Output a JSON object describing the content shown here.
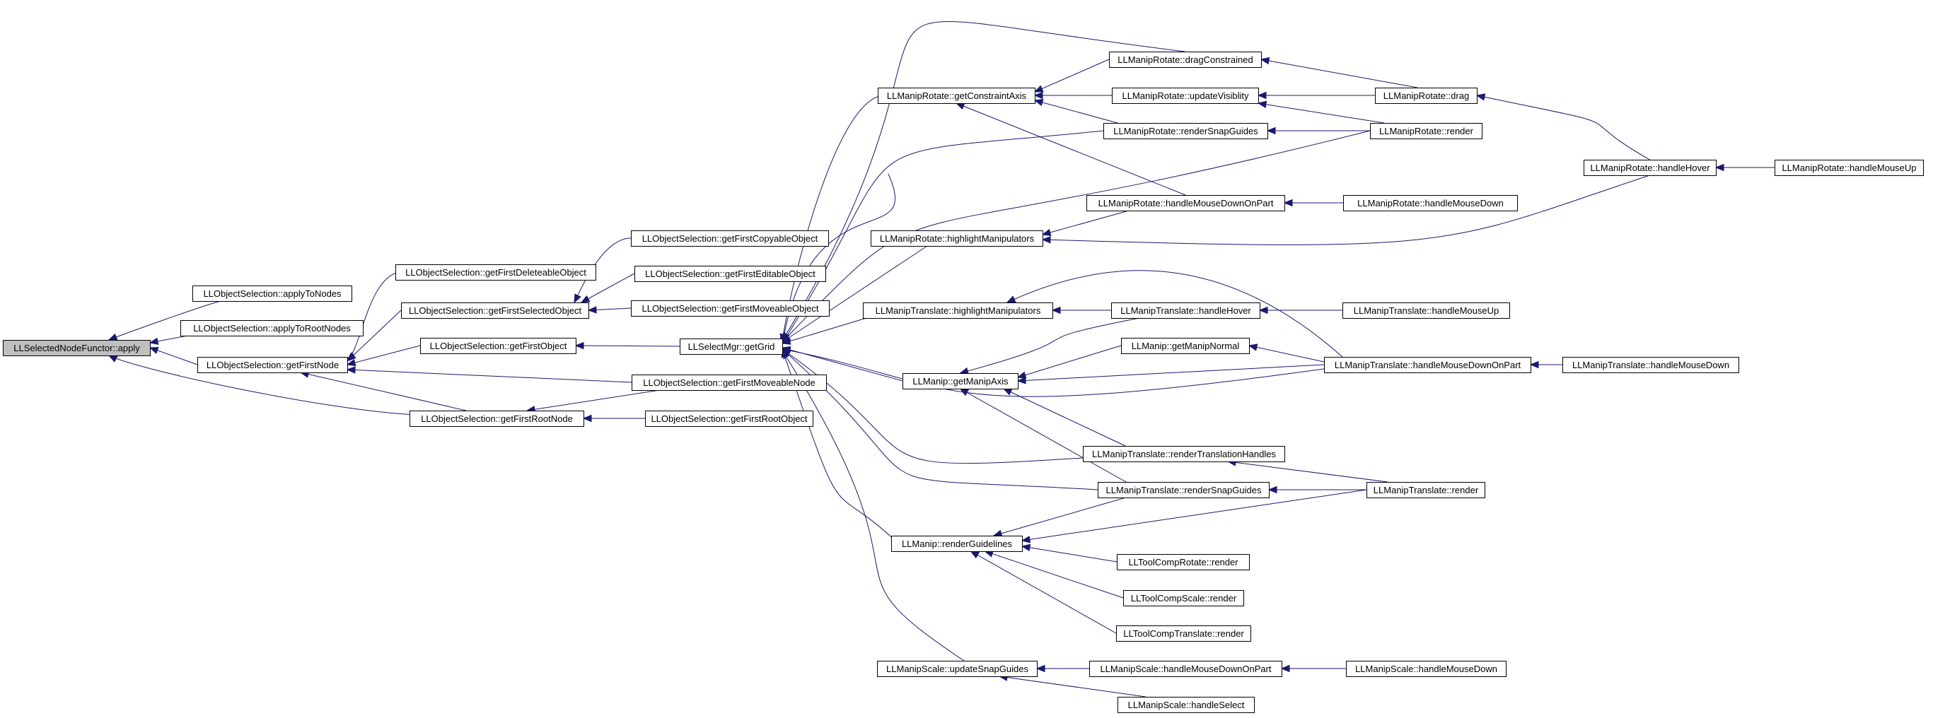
{
  "graph": {
    "edge_color": "#191970",
    "root_fill": "#bfbfbf",
    "nodes": [
      {
        "id": "n0",
        "label": "LLSelectedNodeFunctor::apply",
        "root": true
      },
      {
        "id": "n1",
        "label": "LLObjectSelection::applyToNodes"
      },
      {
        "id": "n2",
        "label": "LLObjectSelection::applyToRootNodes"
      },
      {
        "id": "n3",
        "label": "LLObjectSelection::getFirstNode"
      },
      {
        "id": "n4",
        "label": "LLObjectSelection::getFirstRootNode"
      },
      {
        "id": "n5",
        "label": "LLObjectSelection::getFirstDeleteableObject"
      },
      {
        "id": "n6",
        "label": "LLObjectSelection::getFirstSelectedObject"
      },
      {
        "id": "n7",
        "label": "LLObjectSelection::getFirstObject"
      },
      {
        "id": "n8",
        "label": "LLObjectSelection::getFirstMoveableNode"
      },
      {
        "id": "n9",
        "label": "LLObjectSelection::getFirstRootObject"
      },
      {
        "id": "n10",
        "label": "LLObjectSelection::getFirstCopyableObject"
      },
      {
        "id": "n11",
        "label": "LLObjectSelection::getFirstEditableObject"
      },
      {
        "id": "n12",
        "label": "LLObjectSelection::getFirstMoveableObject"
      },
      {
        "id": "n13",
        "label": "LLSelectMgr::getGrid"
      },
      {
        "id": "n14",
        "label": "LLManipRotate::getConstraintAxis"
      },
      {
        "id": "n15",
        "label": "LLManipRotate::highlightManipulators"
      },
      {
        "id": "n16",
        "label": "LLManipTranslate::highlightManipulators"
      },
      {
        "id": "n17",
        "label": "LLManip::getManipAxis"
      },
      {
        "id": "n18",
        "label": "LLManip::renderGuidelines"
      },
      {
        "id": "n19",
        "label": "LLManipScale::updateSnapGuides"
      },
      {
        "id": "n20",
        "label": "LLManipRotate::dragConstrained"
      },
      {
        "id": "n21",
        "label": "LLManipRotate::updateVisiblity"
      },
      {
        "id": "n22",
        "label": "LLManipRotate::renderSnapGuides"
      },
      {
        "id": "n23",
        "label": "LLManipRotate::handleMouseDownOnPart"
      },
      {
        "id": "n24",
        "label": "LLManipTranslate::handleHover"
      },
      {
        "id": "n25",
        "label": "LLManip::getManipNormal"
      },
      {
        "id": "n26",
        "label": "LLManipTranslate::renderTranslationHandles"
      },
      {
        "id": "n27",
        "label": "LLManipTranslate::renderSnapGuides"
      },
      {
        "id": "n28",
        "label": "LLToolCompRotate::render"
      },
      {
        "id": "n29",
        "label": "LLToolCompScale::render"
      },
      {
        "id": "n30",
        "label": "LLToolCompTranslate::render"
      },
      {
        "id": "n31",
        "label": "LLManipScale::handleMouseDownOnPart"
      },
      {
        "id": "n32",
        "label": "LLManipScale::handleSelect"
      },
      {
        "id": "n33",
        "label": "LLManipRotate::drag"
      },
      {
        "id": "n34",
        "label": "LLManipRotate::render"
      },
      {
        "id": "n35",
        "label": "LLManipRotate::handleMouseDown"
      },
      {
        "id": "n36",
        "label": "LLManipTranslate::handleMouseUp"
      },
      {
        "id": "n37",
        "label": "LLManipTranslate::handleMouseDownOnPart"
      },
      {
        "id": "n38",
        "label": "LLManipTranslate::render"
      },
      {
        "id": "n39",
        "label": "LLManipScale::handleMouseDown"
      },
      {
        "id": "n40",
        "label": "LLManipRotate::handleHover"
      },
      {
        "id": "n41",
        "label": "LLManipTranslate::handleMouseDown"
      },
      {
        "id": "n42",
        "label": "LLManipRotate::handleMouseUp"
      }
    ]
  }
}
